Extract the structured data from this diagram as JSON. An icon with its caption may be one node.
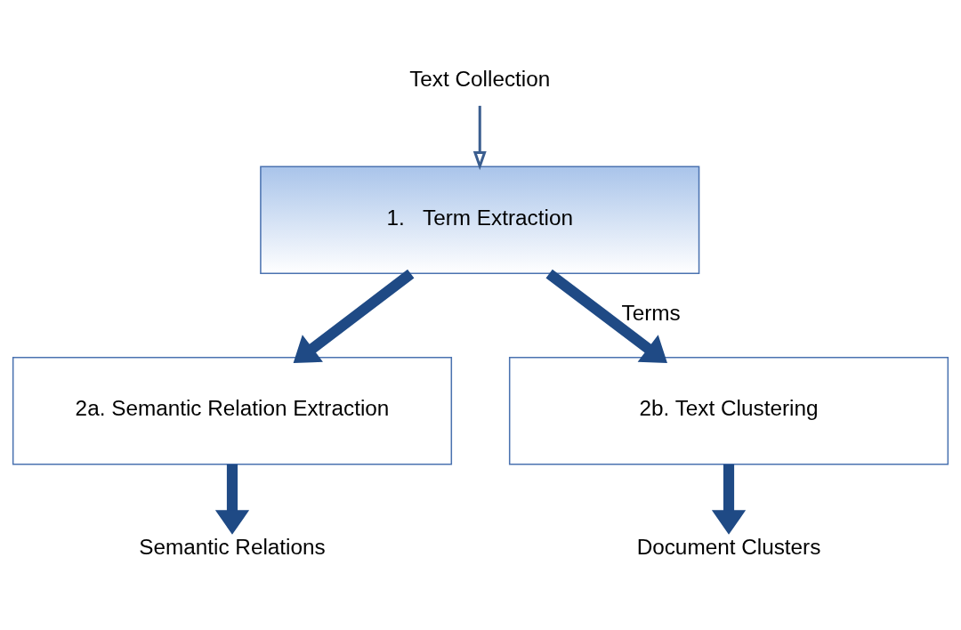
{
  "diagram": {
    "nodes": [
      {
        "text": [
          "Text Collection"
        ]
      },
      {
        "text": [
          "1.   Term Extraction"
        ]
      },
      {
        "text": [
          "2a. Semantic Relation Extraction"
        ]
      },
      {
        "text": [
          "2b. Text Clustering"
        ]
      },
      {
        "text": [
          "Semantic Relations"
        ]
      },
      {
        "text": [
          "Document Clusters"
        ]
      }
    ],
    "edges": [
      {
        "from": 0,
        "to": 1,
        "arrow": "to",
        "color": "#3b5e8f"
      },
      {
        "from": 1,
        "to": 2,
        "arrow": "to"
      },
      {
        "from": 1,
        "to": 3,
        "arrow": "to",
        "label": "Terms"
      },
      {
        "from": 2,
        "to": 4,
        "arrow": "to"
      },
      {
        "from": 3,
        "to": 5,
        "arrow": "to"
      }
    ]
  }
}
